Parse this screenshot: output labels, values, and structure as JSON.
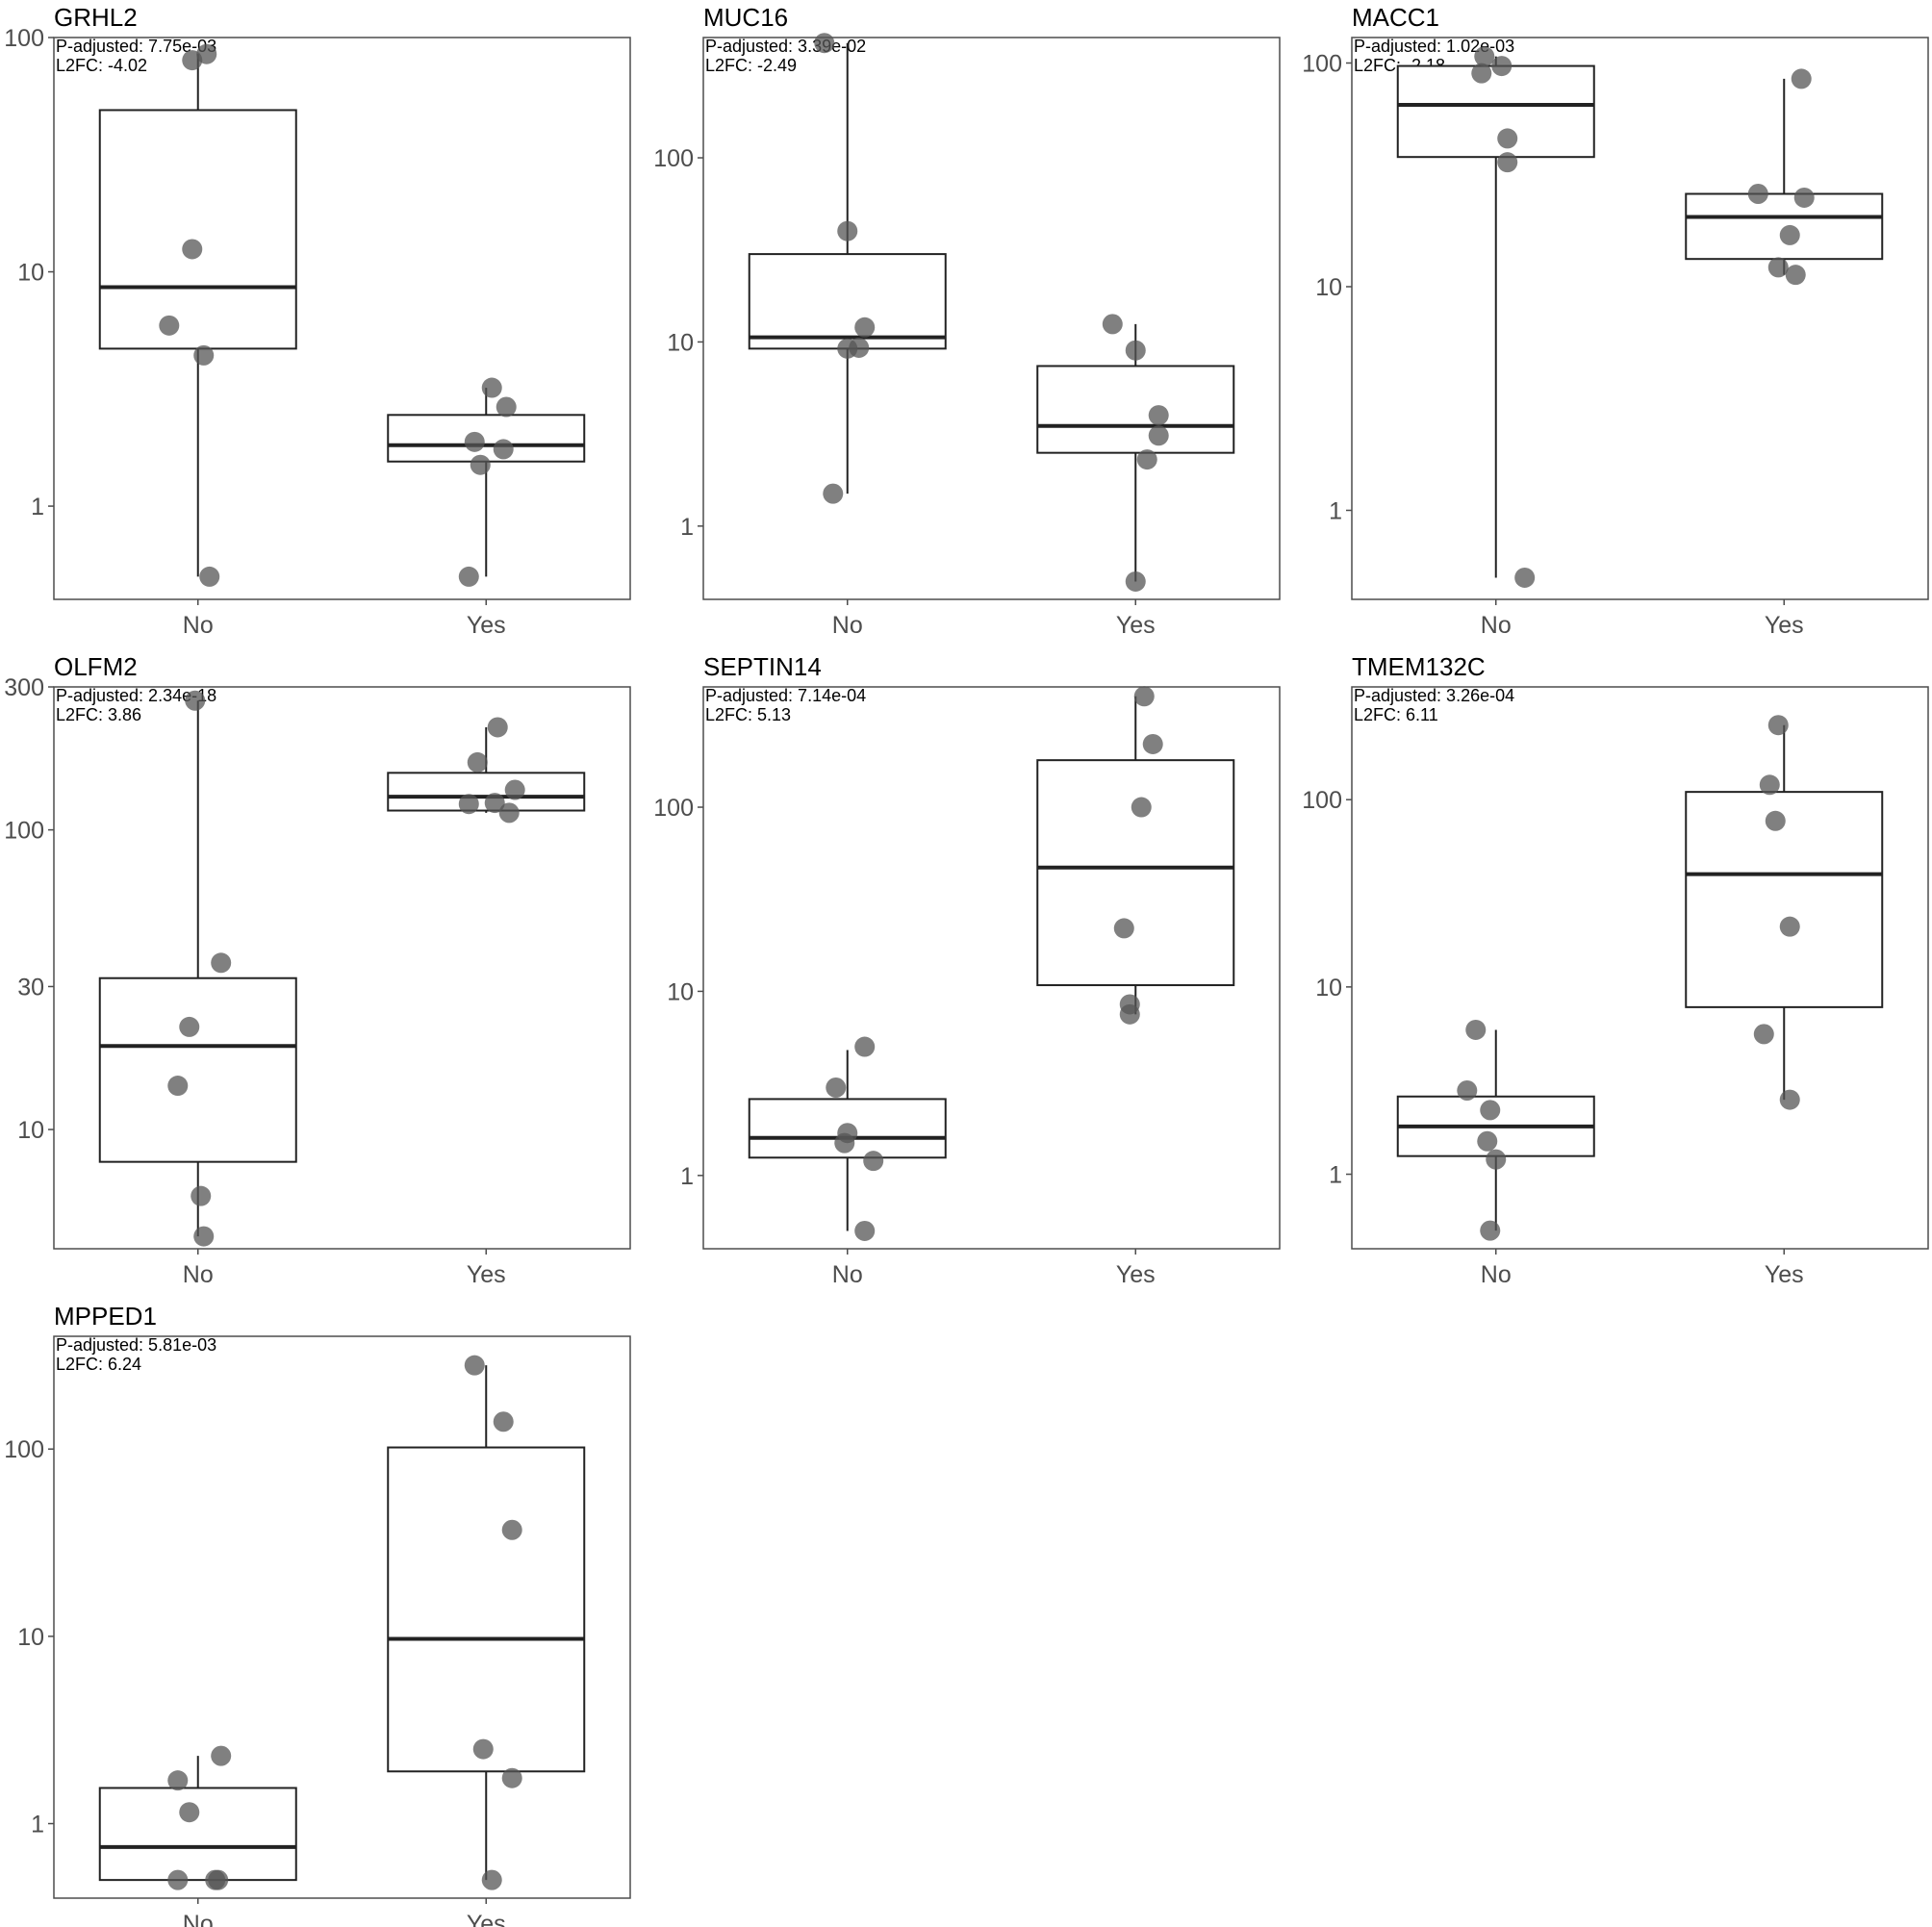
{
  "chart_data": [
    {
      "type": "box",
      "title": "GRHL2",
      "annotation": [
        "P-adjusted: 7.75e-03",
        "L2FC: -4.02"
      ],
      "categories": [
        "No",
        "Yes"
      ],
      "yscale": "log10",
      "ylim": [
        0.4,
        100
      ],
      "yticks": [
        1,
        10,
        100
      ],
      "ytick_labels": [
        "1",
        "10",
        "100"
      ],
      "boxes": [
        {
          "q1": 4.7,
          "median": 8.6,
          "q3": 49,
          "whisker_low": 0.5,
          "whisker_high": 85
        },
        {
          "q1": 1.55,
          "median": 1.82,
          "q3": 2.45,
          "whisker_low": 0.5,
          "whisker_high": 3.2
        }
      ],
      "points": [
        {
          "x": [
            -0.02,
            0.03,
            -0.02,
            -0.1,
            0.02,
            0.04
          ],
          "y": [
            80,
            85,
            12.5,
            5.9,
            4.4,
            0.5
          ]
        },
        {
          "x": [
            0.02,
            0.07,
            -0.04,
            0.06,
            -0.02,
            -0.06
          ],
          "y": [
            3.2,
            2.65,
            1.88,
            1.75,
            1.5,
            0.5
          ]
        }
      ]
    },
    {
      "type": "box",
      "title": "MUC16",
      "annotation": [
        "P-adjusted: 3.39e-02",
        "L2FC: -2.49"
      ],
      "categories": [
        "No",
        "Yes"
      ],
      "yscale": "log10",
      "ylim": [
        0.4,
        450
      ],
      "yticks": [
        1,
        10,
        100
      ],
      "ytick_labels": [
        "1",
        "10",
        "100"
      ],
      "boxes": [
        {
          "q1": 9.2,
          "median": 10.6,
          "q3": 30,
          "whisker_low": 1.5,
          "whisker_high": 420
        },
        {
          "q1": 2.5,
          "median": 3.5,
          "q3": 7.4,
          "whisker_low": 0.5,
          "whisker_high": 12.5
        }
      ],
      "points": [
        {
          "x": [
            -0.08,
            0.0,
            0.06,
            0.04,
            0.0,
            -0.05
          ],
          "y": [
            420,
            40,
            12,
            9.3,
            9.2,
            1.5
          ]
        },
        {
          "x": [
            -0.08,
            0.0,
            0.08,
            0.08,
            0.04,
            0.0
          ],
          "y": [
            12.5,
            9.0,
            4.0,
            3.1,
            2.3,
            0.5
          ]
        }
      ]
    },
    {
      "type": "box",
      "title": "MACC1",
      "annotation": [
        "P-adjusted: 1.02e-03",
        "L2FC: -2.18"
      ],
      "categories": [
        "No",
        "Yes"
      ],
      "yscale": "log10",
      "ylim": [
        0.4,
        130
      ],
      "yticks": [
        1,
        10,
        100
      ],
      "ytick_labels": [
        "1",
        "10",
        "100"
      ],
      "boxes": [
        {
          "q1": 38,
          "median": 65,
          "q3": 97,
          "whisker_low": 0.5,
          "whisker_high": 107
        },
        {
          "q1": 13.3,
          "median": 20.5,
          "q3": 26,
          "whisker_low": 11.3,
          "whisker_high": 85
        }
      ],
      "points": [
        {
          "x": [
            -0.04,
            0.02,
            -0.05,
            0.04,
            0.04,
            0.1
          ],
          "y": [
            107,
            97,
            90,
            46,
            36,
            0.5
          ]
        },
        {
          "x": [
            0.06,
            -0.09,
            0.07,
            0.02,
            -0.02,
            0.04
          ],
          "y": [
            85,
            26,
            25,
            17,
            12.2,
            11.3
          ]
        }
      ]
    },
    {
      "type": "box",
      "title": "OLFM2",
      "annotation": [
        "P-adjusted: 2.34e-18",
        "L2FC: 3.86"
      ],
      "categories": [
        "No",
        "Yes"
      ],
      "yscale": "log10",
      "ylim": [
        4,
        300
      ],
      "yticks": [
        10,
        30,
        100,
        300
      ],
      "ytick_labels": [
        "10",
        "30",
        "100",
        "300"
      ],
      "boxes": [
        {
          "q1": 7.8,
          "median": 19,
          "q3": 32,
          "whisker_low": 4.4,
          "whisker_high": 270
        },
        {
          "q1": 116,
          "median": 129,
          "q3": 155,
          "whisker_low": 114,
          "whisker_high": 220
        }
      ],
      "points": [
        {
          "x": [
            -0.01,
            0.08,
            -0.03,
            -0.07,
            0.01,
            0.02
          ],
          "y": [
            270,
            36,
            22,
            14,
            6.0,
            4.4
          ]
        },
        {
          "x": [
            0.04,
            -0.03,
            0.1,
            0.03,
            -0.06,
            0.08
          ],
          "y": [
            220,
            168,
            136,
            123,
            122,
            114
          ]
        }
      ]
    },
    {
      "type": "box",
      "title": "SEPTIN14",
      "annotation": [
        "P-adjusted: 7.14e-04",
        "L2FC: 5.13"
      ],
      "categories": [
        "No",
        "Yes"
      ],
      "yscale": "log10",
      "ylim": [
        0.4,
        450
      ],
      "yticks": [
        1,
        10,
        100
      ],
      "ytick_labels": [
        "1",
        "10",
        "100"
      ],
      "boxes": [
        {
          "q1": 1.25,
          "median": 1.6,
          "q3": 2.6,
          "whisker_low": 0.5,
          "whisker_high": 4.8
        },
        {
          "q1": 10.8,
          "median": 47,
          "q3": 180,
          "whisker_low": 7.5,
          "whisker_high": 400
        }
      ],
      "points": [
        {
          "x": [
            0.06,
            -0.04,
            0.0,
            -0.01,
            0.09,
            0.06
          ],
          "y": [
            5.0,
            3.0,
            1.7,
            1.5,
            1.2,
            0.5
          ]
        },
        {
          "x": [
            0.03,
            0.06,
            0.02,
            -0.04,
            -0.02,
            -0.02
          ],
          "y": [
            400,
            220,
            100,
            22,
            8.5,
            7.5
          ]
        }
      ]
    },
    {
      "type": "box",
      "title": "TMEM132C",
      "annotation": [
        "P-adjusted: 3.26e-04",
        "L2FC: 6.11"
      ],
      "categories": [
        "No",
        "Yes"
      ],
      "yscale": "log10",
      "ylim": [
        0.4,
        400
      ],
      "yticks": [
        1,
        10,
        100
      ],
      "ytick_labels": [
        "1",
        "10",
        "100"
      ],
      "boxes": [
        {
          "q1": 1.25,
          "median": 1.8,
          "q3": 2.6,
          "whisker_low": 0.5,
          "whisker_high": 5.9
        },
        {
          "q1": 7.8,
          "median": 40,
          "q3": 110,
          "whisker_low": 2.5,
          "whisker_high": 250
        }
      ],
      "points": [
        {
          "x": [
            -0.07,
            -0.1,
            -0.02,
            -0.03,
            0.0,
            -0.02
          ],
          "y": [
            5.9,
            2.8,
            2.2,
            1.5,
            1.2,
            0.5
          ]
        },
        {
          "x": [
            -0.02,
            -0.05,
            -0.03,
            0.02,
            -0.07,
            0.02
          ],
          "y": [
            250,
            120,
            77,
            21,
            5.6,
            2.5
          ]
        }
      ]
    },
    {
      "type": "box",
      "title": "MPPED1",
      "annotation": [
        "P-adjusted: 5.81e-03",
        "L2FC: 6.24"
      ],
      "categories": [
        "No",
        "Yes"
      ],
      "yscale": "log10",
      "ylim": [
        0.4,
        400
      ],
      "yticks": [
        1,
        10,
        100
      ],
      "ytick_labels": [
        "1",
        "10",
        "100"
      ],
      "boxes": [
        {
          "q1": 0.5,
          "median": 0.75,
          "q3": 1.55,
          "whisker_low": 0.5,
          "whisker_high": 2.3
        },
        {
          "q1": 1.9,
          "median": 9.7,
          "q3": 102,
          "whisker_low": 0.5,
          "whisker_high": 280
        }
      ],
      "points": [
        {
          "x": [
            0.08,
            -0.07,
            -0.03,
            -0.07,
            0.07,
            0.06
          ],
          "y": [
            2.3,
            1.7,
            1.15,
            0.5,
            0.5,
            0.5
          ]
        },
        {
          "x": [
            -0.04,
            0.06,
            0.09,
            -0.01,
            0.09,
            0.02
          ],
          "y": [
            280,
            140,
            37,
            2.5,
            1.75,
            0.5
          ]
        }
      ]
    }
  ]
}
